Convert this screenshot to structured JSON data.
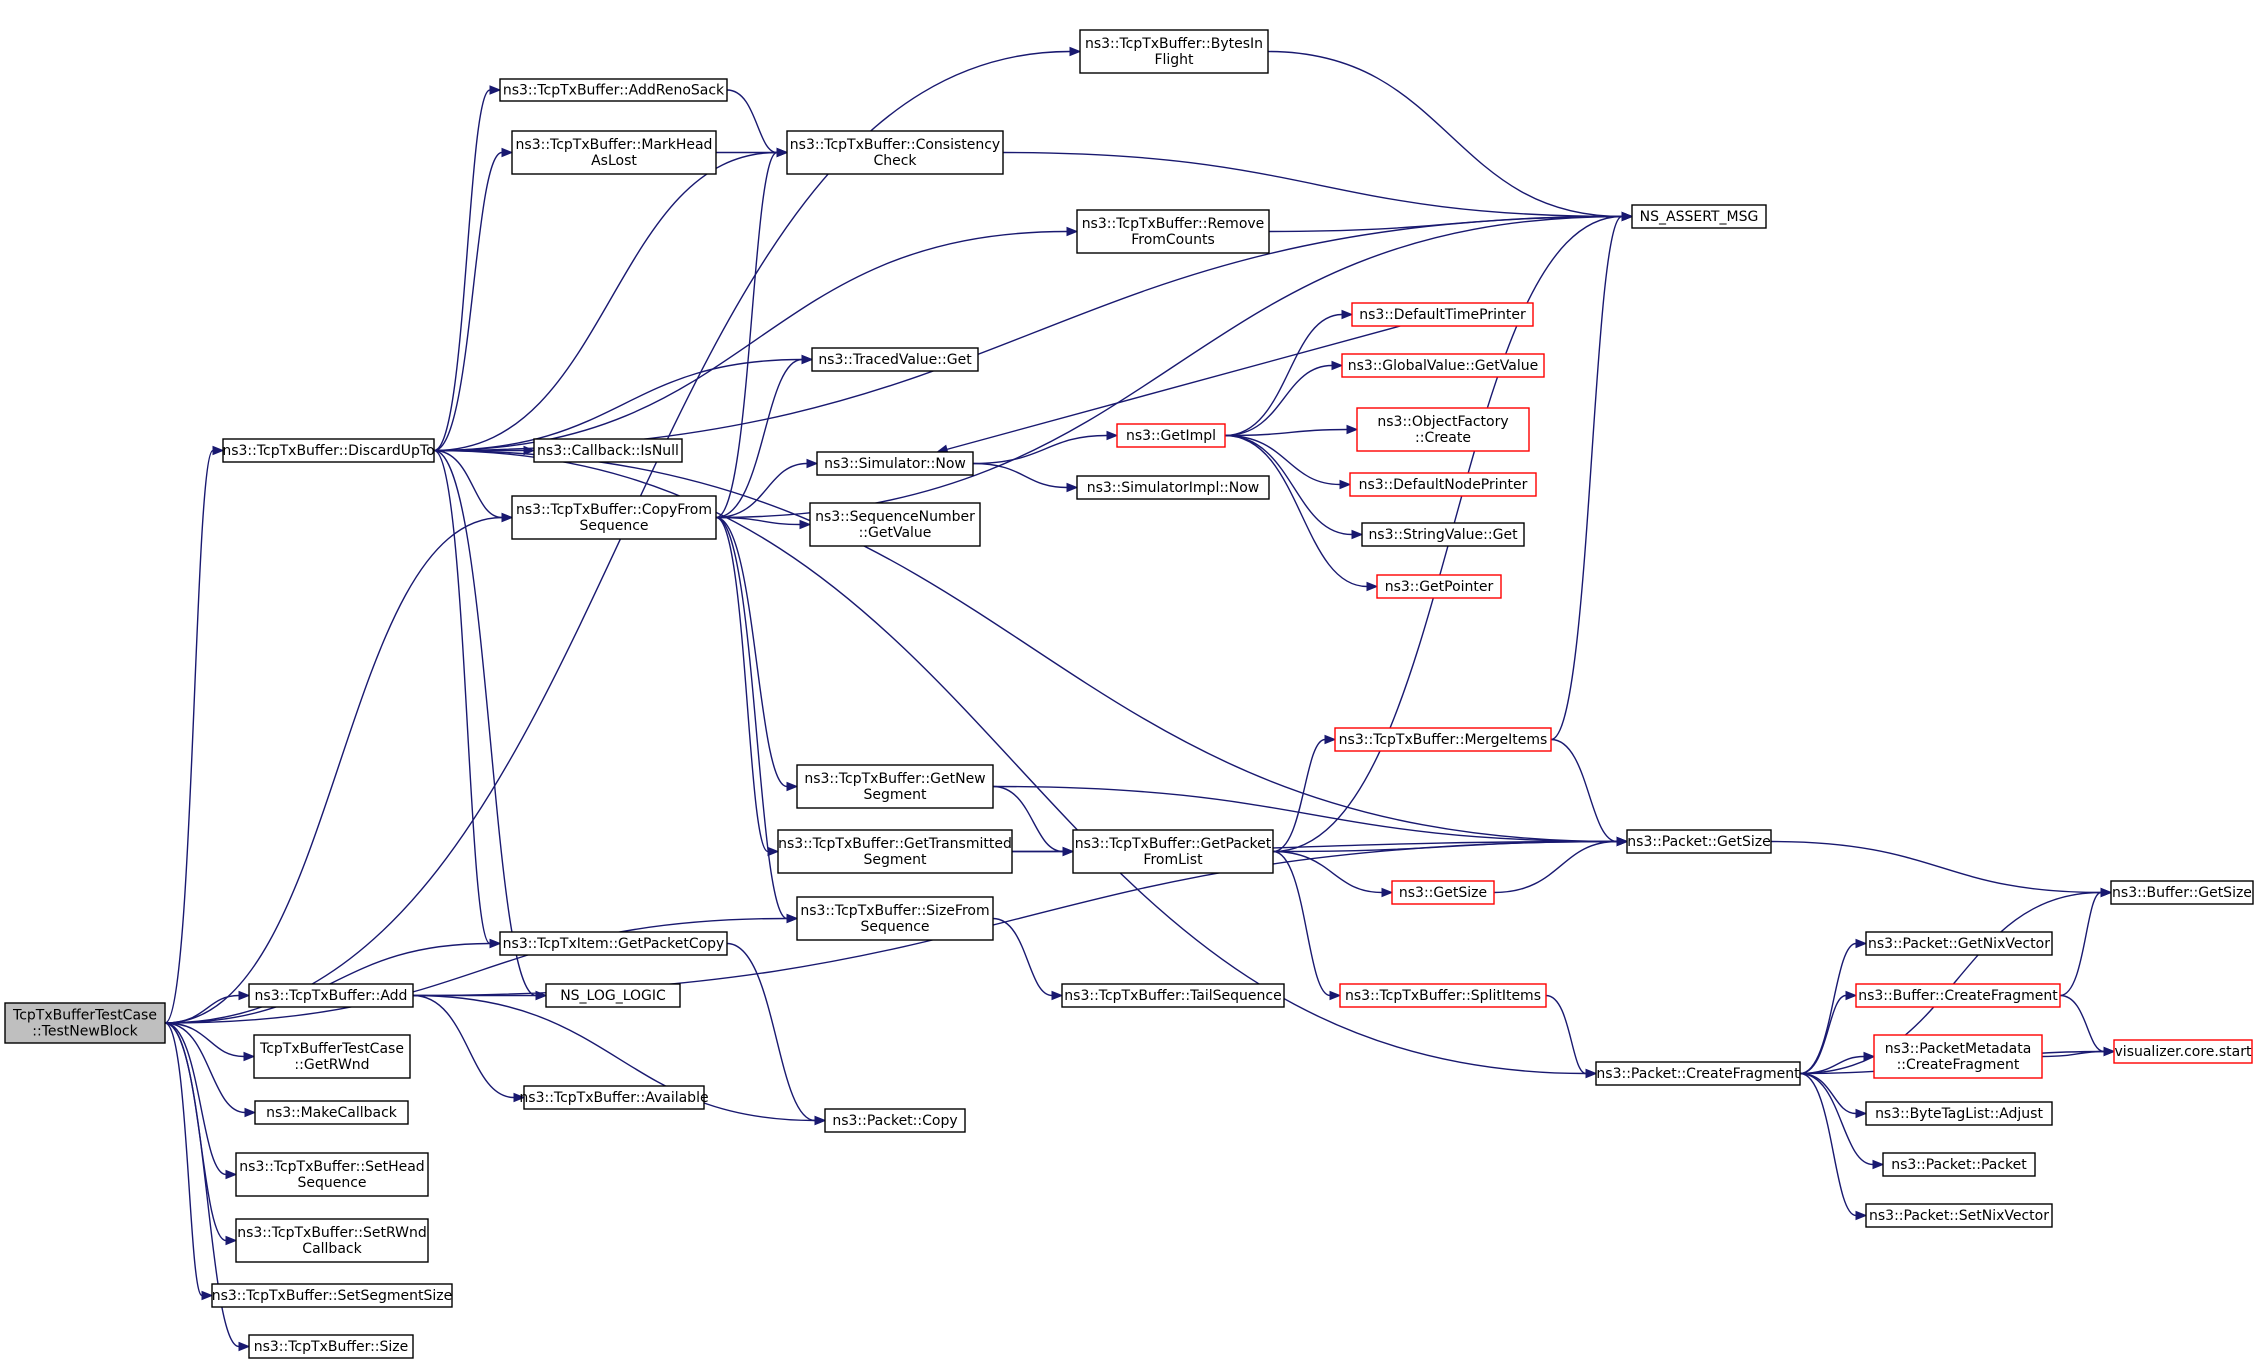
{
  "nodes": [
    {
      "id": "root",
      "lines": [
        "TcpTxBufferTestCase",
        "::TestNewBlock"
      ],
      "style": "root"
    },
    {
      "id": "bytesin",
      "lines": [
        "ns3::TcpTxBuffer::BytesIn",
        "Flight"
      ],
      "style": "normal"
    },
    {
      "id": "addrenosack",
      "lines": [
        "ns3::TcpTxBuffer::AddRenoSack"
      ],
      "style": "normal"
    },
    {
      "id": "markhead",
      "lines": [
        "ns3::TcpTxBuffer::MarkHead",
        "AsLost"
      ],
      "style": "normal"
    },
    {
      "id": "consistency",
      "lines": [
        "ns3::TcpTxBuffer::Consistency",
        "Check"
      ],
      "style": "normal"
    },
    {
      "id": "assert",
      "lines": [
        "NS_ASSERT_MSG"
      ],
      "style": "normal"
    },
    {
      "id": "removefrom",
      "lines": [
        "ns3::TcpTxBuffer::Remove",
        "FromCounts"
      ],
      "style": "normal"
    },
    {
      "id": "deftimeprinter",
      "lines": [
        "ns3::DefaultTimePrinter"
      ],
      "style": "red"
    },
    {
      "id": "globalvalue",
      "lines": [
        "ns3::GlobalValue::GetValue"
      ],
      "style": "red"
    },
    {
      "id": "tracedget",
      "lines": [
        "ns3::TracedValue::Get"
      ],
      "style": "normal"
    },
    {
      "id": "objfactory",
      "lines": [
        "ns3::ObjectFactory",
        "::Create"
      ],
      "style": "red"
    },
    {
      "id": "getimpl",
      "lines": [
        "ns3::GetImpl"
      ],
      "style": "red"
    },
    {
      "id": "discard",
      "lines": [
        "ns3::TcpTxBuffer::DiscardUpTo"
      ],
      "style": "normal"
    },
    {
      "id": "isnull",
      "lines": [
        "ns3::Callback::IsNull"
      ],
      "style": "normal"
    },
    {
      "id": "simnow",
      "lines": [
        "ns3::Simulator::Now"
      ],
      "style": "normal"
    },
    {
      "id": "defnodeprinter",
      "lines": [
        "ns3::DefaultNodePrinter"
      ],
      "style": "red"
    },
    {
      "id": "simimplnow",
      "lines": [
        "ns3::SimulatorImpl::Now"
      ],
      "style": "normal"
    },
    {
      "id": "copyfrom",
      "lines": [
        "ns3::TcpTxBuffer::CopyFrom",
        "Sequence"
      ],
      "style": "normal"
    },
    {
      "id": "seqgetvalue",
      "lines": [
        "ns3::SequenceNumber",
        "::GetValue"
      ],
      "style": "normal"
    },
    {
      "id": "strget",
      "lines": [
        "ns3::StringValue::Get"
      ],
      "style": "normal"
    },
    {
      "id": "getpointer",
      "lines": [
        "ns3::GetPointer"
      ],
      "style": "red"
    },
    {
      "id": "mergeitems",
      "lines": [
        "ns3::TcpTxBuffer::MergeItems"
      ],
      "style": "red"
    },
    {
      "id": "getnewseg",
      "lines": [
        "ns3::TcpTxBuffer::GetNew",
        "Segment"
      ],
      "style": "normal"
    },
    {
      "id": "gettransseg",
      "lines": [
        "ns3::TcpTxBuffer::GetTransmitted",
        "Segment"
      ],
      "style": "normal"
    },
    {
      "id": "getpacketfromlist",
      "lines": [
        "ns3::TcpTxBuffer::GetPacket",
        "FromList"
      ],
      "style": "normal"
    },
    {
      "id": "pktgetsize",
      "lines": [
        "ns3::Packet::GetSize"
      ],
      "style": "normal"
    },
    {
      "id": "getsize",
      "lines": [
        "ns3::GetSize"
      ],
      "style": "red"
    },
    {
      "id": "buffergetsize",
      "lines": [
        "ns3::Buffer::GetSize"
      ],
      "style": "normal"
    },
    {
      "id": "sizefrom",
      "lines": [
        "ns3::TcpTxBuffer::SizeFrom",
        "Sequence"
      ],
      "style": "normal"
    },
    {
      "id": "itemgetpacketcopy",
      "lines": [
        "ns3::TcpTxItem::GetPacketCopy"
      ],
      "style": "normal"
    },
    {
      "id": "getnixvector",
      "lines": [
        "ns3::Packet::GetNixVector"
      ],
      "style": "normal"
    },
    {
      "id": "add",
      "lines": [
        "ns3::TcpTxBuffer::Add"
      ],
      "style": "normal"
    },
    {
      "id": "nslog",
      "lines": [
        "NS_LOG_LOGIC"
      ],
      "style": "normal"
    },
    {
      "id": "tailseq",
      "lines": [
        "ns3::TcpTxBuffer::TailSequence"
      ],
      "style": "normal"
    },
    {
      "id": "splititems",
      "lines": [
        "ns3::TcpTxBuffer::SplitItems"
      ],
      "style": "red"
    },
    {
      "id": "bufcreatefrag",
      "lines": [
        "ns3::Buffer::CreateFragment"
      ],
      "style": "red"
    },
    {
      "id": "getrwnd",
      "lines": [
        "TcpTxBufferTestCase",
        "::GetRWnd"
      ],
      "style": "normal"
    },
    {
      "id": "pmcreatefrag",
      "lines": [
        "ns3::PacketMetadata",
        "::CreateFragment"
      ],
      "style": "red"
    },
    {
      "id": "vizstart",
      "lines": [
        "visualizer.core.start"
      ],
      "style": "red"
    },
    {
      "id": "pktcreatefrag",
      "lines": [
        "ns3::Packet::CreateFragment"
      ],
      "style": "normal"
    },
    {
      "id": "available",
      "lines": [
        "ns3::TcpTxBuffer::Available"
      ],
      "style": "normal"
    },
    {
      "id": "makecallback",
      "lines": [
        "ns3::MakeCallback"
      ],
      "style": "normal"
    },
    {
      "id": "bytetagadjust",
      "lines": [
        "ns3::ByteTagList::Adjust"
      ],
      "style": "normal"
    },
    {
      "id": "pktcopy",
      "lines": [
        "ns3::Packet::Copy"
      ],
      "style": "normal"
    },
    {
      "id": "pktpacket",
      "lines": [
        "ns3::Packet::Packet"
      ],
      "style": "normal"
    },
    {
      "id": "sethead",
      "lines": [
        "ns3::TcpTxBuffer::SetHead",
        "Sequence"
      ],
      "style": "normal"
    },
    {
      "id": "setnixvector",
      "lines": [
        "ns3::Packet::SetNixVector"
      ],
      "style": "normal"
    },
    {
      "id": "setrwnd",
      "lines": [
        "ns3::TcpTxBuffer::SetRWnd",
        "Callback"
      ],
      "style": "normal"
    },
    {
      "id": "setsegsize",
      "lines": [
        "ns3::TcpTxBuffer::SetSegmentSize"
      ],
      "style": "normal"
    },
    {
      "id": "size",
      "lines": [
        "ns3::TcpTxBuffer::Size"
      ],
      "style": "normal"
    }
  ],
  "edges": [
    [
      "root",
      "bytesin"
    ],
    [
      "root",
      "discard"
    ],
    [
      "root",
      "copyfrom"
    ],
    [
      "root",
      "sizefrom"
    ],
    [
      "root",
      "itemgetpacketcopy"
    ],
    [
      "root",
      "add"
    ],
    [
      "root",
      "getrwnd"
    ],
    [
      "root",
      "makecallback"
    ],
    [
      "root",
      "sethead"
    ],
    [
      "root",
      "setrwnd"
    ],
    [
      "root",
      "setsegsize"
    ],
    [
      "root",
      "size"
    ],
    [
      "bytesin",
      "assert"
    ],
    [
      "addrenosack",
      "consistency"
    ],
    [
      "markhead",
      "consistency"
    ],
    [
      "consistency",
      "assert"
    ],
    [
      "removefrom",
      "assert"
    ],
    [
      "discard",
      "addrenosack"
    ],
    [
      "discard",
      "markhead"
    ],
    [
      "discard",
      "consistency"
    ],
    [
      "discard",
      "assert"
    ],
    [
      "discard",
      "removefrom"
    ],
    [
      "discard",
      "tracedget"
    ],
    [
      "discard",
      "isnull"
    ],
    [
      "discard",
      "copyfrom"
    ],
    [
      "discard",
      "pktgetsize"
    ],
    [
      "discard",
      "itemgetpacketcopy"
    ],
    [
      "discard",
      "nslog"
    ],
    [
      "discard",
      "pktcreatefrag"
    ],
    [
      "copyfrom",
      "consistency"
    ],
    [
      "copyfrom",
      "tracedget"
    ],
    [
      "copyfrom",
      "assert"
    ],
    [
      "copyfrom",
      "simnow"
    ],
    [
      "copyfrom",
      "seqgetvalue"
    ],
    [
      "copyfrom",
      "getnewseg"
    ],
    [
      "copyfrom",
      "gettransseg"
    ],
    [
      "copyfrom",
      "sizefrom"
    ],
    [
      "simnow",
      "getimpl"
    ],
    [
      "simnow",
      "simimplnow"
    ],
    [
      "getimpl",
      "deftimeprinter"
    ],
    [
      "getimpl",
      "globalvalue"
    ],
    [
      "getimpl",
      "objfactory"
    ],
    [
      "getimpl",
      "defnodeprinter"
    ],
    [
      "getimpl",
      "strget"
    ],
    [
      "getimpl",
      "getpointer"
    ],
    [
      "deftimeprinter",
      "simnow"
    ],
    [
      "getnewseg",
      "getpacketfromlist"
    ],
    [
      "getnewseg",
      "pktgetsize"
    ],
    [
      "gettransseg",
      "getpacketfromlist"
    ],
    [
      "gettransseg",
      "pktgetsize"
    ],
    [
      "getpacketfromlist",
      "assert"
    ],
    [
      "getpacketfromlist",
      "mergeitems"
    ],
    [
      "getpacketfromlist",
      "pktgetsize"
    ],
    [
      "getpacketfromlist",
      "getsize"
    ],
    [
      "getpacketfromlist",
      "splititems"
    ],
    [
      "mergeitems",
      "assert"
    ],
    [
      "mergeitems",
      "pktgetsize"
    ],
    [
      "getsize",
      "pktgetsize"
    ],
    [
      "pktgetsize",
      "buffergetsize"
    ],
    [
      "splititems",
      "pktcreatefrag"
    ],
    [
      "sizefrom",
      "tailseq"
    ],
    [
      "itemgetpacketcopy",
      "pktcopy"
    ],
    [
      "add",
      "nslog"
    ],
    [
      "add",
      "available"
    ],
    [
      "add",
      "pktcopy"
    ],
    [
      "add",
      "pktgetsize"
    ],
    [
      "pktcreatefrag",
      "buffergetsize"
    ],
    [
      "pktcreatefrag",
      "getnixvector"
    ],
    [
      "pktcreatefrag",
      "bufcreatefrag"
    ],
    [
      "pktcreatefrag",
      "pmcreatefrag"
    ],
    [
      "pktcreatefrag",
      "bytetagadjust"
    ],
    [
      "pktcreatefrag",
      "pktpacket"
    ],
    [
      "pktcreatefrag",
      "setnixvector"
    ],
    [
      "pktcreatefrag",
      "vizstart"
    ],
    [
      "bufcreatefrag",
      "buffergetsize"
    ],
    [
      "bufcreatefrag",
      "vizstart"
    ],
    [
      "pmcreatefrag",
      "vizstart"
    ]
  ]
}
